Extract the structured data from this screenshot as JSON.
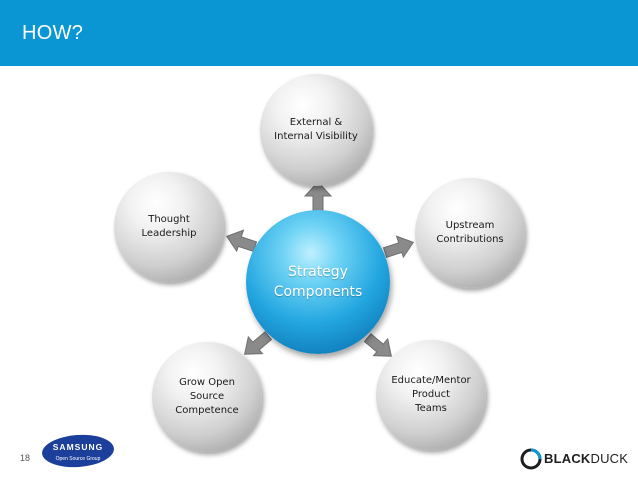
{
  "header": {
    "title": "HOW?"
  },
  "diagram": {
    "center": {
      "label": "Strategy\nComponents"
    },
    "nodes": [
      {
        "id": "top",
        "label": "External &\nInternal Visibility"
      },
      {
        "id": "right",
        "label": "Upstream\nContributions"
      },
      {
        "id": "bottom-right",
        "label": "Educate/Mentor\nProduct\nTeams"
      },
      {
        "id": "bottom-left",
        "label": "Grow Open\nSource\nCompetence"
      },
      {
        "id": "left",
        "label": "Thought\nLeadership"
      }
    ]
  },
  "footer": {
    "slide_number": "18",
    "samsung_logo": {
      "brand": "SAMSUNG",
      "sub": "Open Source Group"
    },
    "blackduck_logo": {
      "black": "BLACK",
      "duck": "DUCK"
    }
  },
  "colors": {
    "header": "#0a96d2",
    "center_blue": "#1a9ad6",
    "node_gray": "#cfcfcf",
    "arrow_gray": "#8a8a8a"
  }
}
